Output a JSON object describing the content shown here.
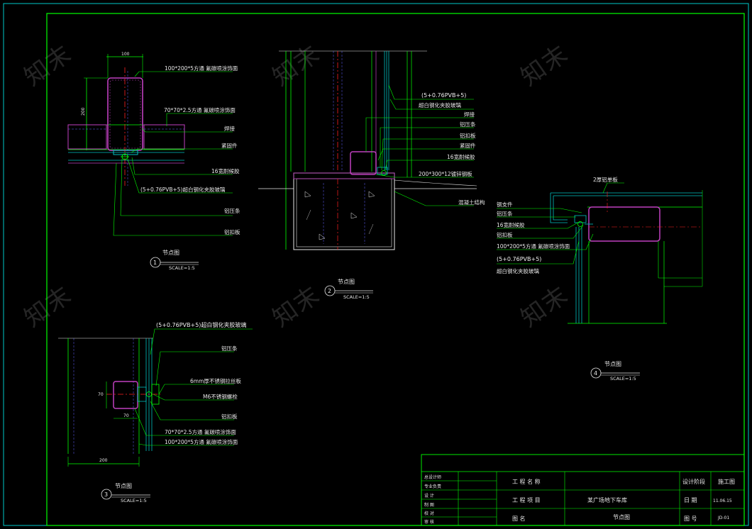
{
  "watermark": "知末",
  "details": {
    "d1": {
      "number": "1",
      "title": "节点图",
      "scale": "SCALE=1:5",
      "dim_width": "100",
      "dim_height": "200",
      "labels": [
        "100*200*5方通 氟碳喷涂饰面",
        "70*70*2.5方通 氟碳喷涂饰面",
        "焊接",
        "紧固件",
        "16宽耐候胶",
        "(5+0.76PVB+5)超白钢化夹胶玻璃",
        "铝压条",
        "铝扣板"
      ]
    },
    "d2": {
      "number": "2",
      "title": "节点图",
      "scale": "SCALE=1:5",
      "labels": [
        "(5+0.76PVB+5)",
        "超白钢化夹胶玻璃",
        "焊接",
        "铝压条",
        "铝扣板",
        "紧固件",
        "16宽耐候胶",
        "200*300*12镀锌钢板",
        "混凝土结构"
      ]
    },
    "d3": {
      "number": "3",
      "title": "节点图",
      "scale": "SCALE=1:5",
      "dim_width": "200",
      "dim_small": "70",
      "dim_side": "70",
      "labels": [
        "(5+0.76PVB+5)超白钢化夹胶玻璃",
        "铝压条",
        "6mm厚不锈钢拉丝板",
        "M6不锈钢螺栓",
        "铝扣板",
        "70*70*2.5方通 氟碳喷涂饰面",
        "100*200*5方通 氟碳喷涂饰面"
      ]
    },
    "d4": {
      "number": "4",
      "title": "节点图",
      "scale": "SCALE=1:5",
      "labels": [
        "2厚铝单板",
        "钢支件",
        "铝压条",
        "16宽耐候胶",
        "铝扣板",
        "100*200*5方通 氟碳喷涂饰面",
        "(5+0.76PVB+5)",
        "超白钢化夹胶玻璃"
      ]
    }
  },
  "title_block": {
    "left_rows": [
      "总设计师",
      "专业负责",
      "设  计",
      "制  图",
      "校  对",
      "审  核"
    ],
    "project_name_label": "工 程 名 称",
    "project_item_label": "工 程 项 目",
    "project_item_value": "某广场地下车库",
    "drawing_name_label": "图    名",
    "drawing_name_value": "节点图",
    "design_stage_label": "设计阶段",
    "design_stage_value": "施工图",
    "date_label": "日   期",
    "date_value": "11.06.15",
    "drawing_no_label": "图   号",
    "drawing_no_value": "JD-01"
  },
  "colors": {
    "frame": "#00c8c8",
    "inner": "#00ff00",
    "steel": "#c040c0",
    "glass": "#00c0c0",
    "axis": "#ff2020",
    "leader": "#00ff00",
    "text": "#e8e8e8",
    "hidden": "#6060ff"
  }
}
